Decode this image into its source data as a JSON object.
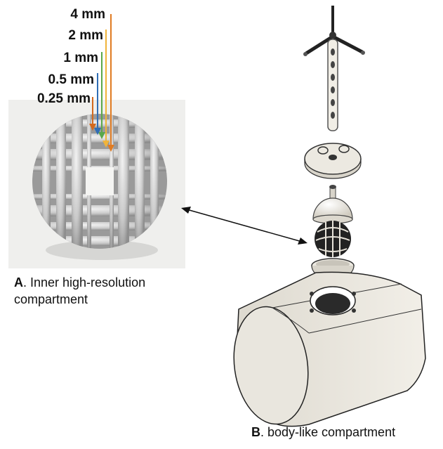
{
  "dimension_labels": [
    {
      "text": "4 mm",
      "color": "#e07b22"
    },
    {
      "text": "2 mm",
      "color": "#f0b43a"
    },
    {
      "text": "1 mm",
      "color": "#5aa84a"
    },
    {
      "text": "0.5 mm",
      "color": "#2f6db5"
    },
    {
      "text": "0.25 mm",
      "color": "#d2691e"
    }
  ],
  "caption_a": {
    "letter": "A",
    "text_line1": ". Inner high-resolution",
    "text_line2": "compartment"
  },
  "caption_b": {
    "letter": "B",
    "text": ". body-like compartment"
  },
  "colors": {
    "phantom_body": "#ece9e1",
    "outline": "#222222",
    "sphere": "#c8c8c8"
  }
}
